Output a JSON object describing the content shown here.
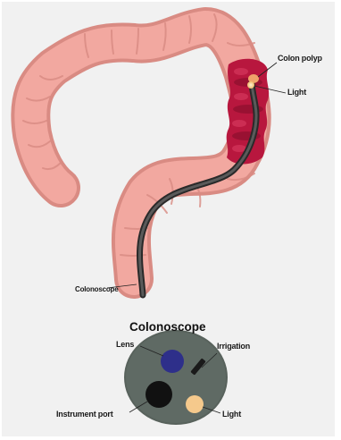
{
  "diagram": {
    "labels": {
      "colon_polyp": "Colon polyp",
      "light_top": "Light",
      "colonoscope": "Colonoscope"
    },
    "detail": {
      "title": "Colonoscope",
      "lens": "Lens",
      "irrigation": "Irrigation",
      "instrument_port": "Instrument port",
      "light": "Light"
    },
    "colors": {
      "background": "#f1f1f1",
      "colon": "#f2a8a0",
      "colon_shadow": "#d98b83",
      "colon_interior": "#b8173e",
      "scope": "#444444",
      "tip_head": "#58625c",
      "lens": "#2e2f8a",
      "instrument_port": "#111111",
      "light": "#f5c98c"
    }
  }
}
